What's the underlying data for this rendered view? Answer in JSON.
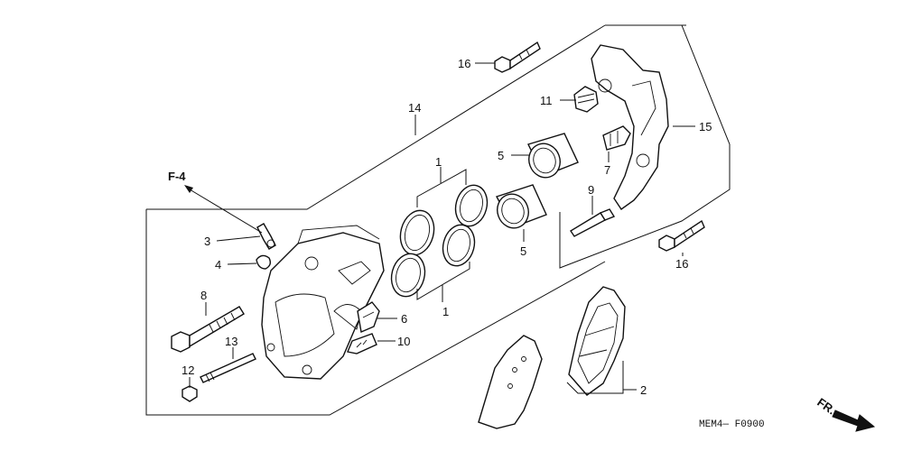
{
  "callouts": {
    "c1a": "1",
    "c1b": "1",
    "c2": "2",
    "c3": "3",
    "c4": "4",
    "c5a": "5",
    "c5b": "5",
    "c6": "6",
    "c7": "7",
    "c8": "8",
    "c9": "9",
    "c10": "10",
    "c11": "11",
    "c12": "12",
    "c13": "13",
    "c14": "14",
    "c15": "15",
    "c16a": "16",
    "c16b": "16"
  },
  "reference": "F-4",
  "direction": "FR.",
  "diagram_code": "MEM4— F0900"
}
